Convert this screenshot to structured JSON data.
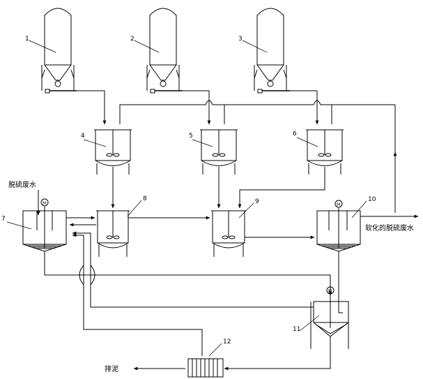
{
  "labels": {
    "silo1": "1",
    "silo2": "2",
    "silo3": "3",
    "tank4": "4",
    "tank5": "5",
    "tank6": "6",
    "settler7": "7",
    "tank8": "8",
    "tank9": "9",
    "clarifier10": "10",
    "thickener11": "11",
    "filter_press12": "12"
  },
  "text": {
    "inlet": "脱硫废水",
    "outlet": "软化的脱硫废水",
    "sludge": "排泥"
  }
}
